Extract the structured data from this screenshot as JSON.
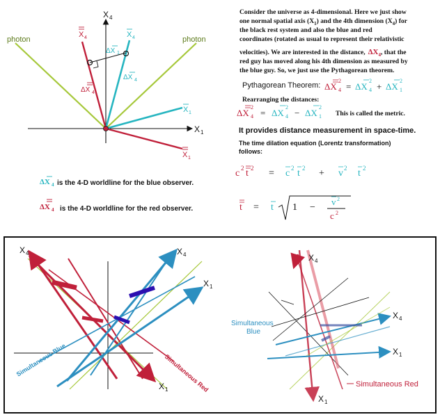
{
  "top_diagram": {
    "axis_x": "X",
    "axis_x_sub": "1",
    "axis_y": "X",
    "axis_y_sub": "4",
    "photon_left": "photon",
    "photon_right": "photon",
    "label_x4_bar": "X",
    "label_x4_bar_sub": "4",
    "label_x4_dbar": "X",
    "label_x4_dbar_sub": "4",
    "label_x1_bar": "X",
    "label_x1_bar_sub": "1",
    "label_x1_dbar": "X",
    "label_x1_dbar_sub": "1",
    "delta_x1": "ΔX",
    "delta_x1_sub": "1",
    "delta_x4_blue": "ΔX",
    "delta_x4_blue_sub": "4",
    "delta_x4_red": "ΔX",
    "delta_x4_red_sub": "4"
  },
  "legend": {
    "blue_symbol": "ΔX",
    "blue_sub": "4",
    "blue_text": "is the 4-D worldline for the blue observer.",
    "red_symbol": "ΔX",
    "red_sub": "4",
    "red_text": "is the 4-D worldline for the red observer."
  },
  "text_panel": {
    "p1_a": "Consider the universe as 4-dimensional. Here we just show",
    "p1_b": "one normal spatial axis (X",
    "p1_b_sub": "1",
    "p1_b2": ") and the 4th dimension (X",
    "p1_b2_sub": "4",
    "p1_b3": ") for",
    "p1_c": "the black rest system and also the blue and red",
    "p1_d": "coordinates (rotated as usual to represent their relativistic",
    "p1_e": "velocities). We are interested in the distance,",
    "p1_e_sym": "ΔX",
    "p1_e_sub": "4",
    "p1_e2": ", that the",
    "p1_f": "red   guy has moved along his 4th dimension as measured by",
    "p1_g": "the blue guy. So, we just use the Pythagorean theorem.",
    "pyth_label": "Pythagorean Theorem:",
    "rearr_label": "Rearranging the distances:",
    "metric_note": "This is called the metric.",
    "provides": "It provides distance measurement in space-time.",
    "dilation_a": "The time dilation equation (Lorentz  transformation)",
    "dilation_b": "follows:",
    "eq_c": "c",
    "eq_t": "t",
    "eq_v": "v",
    "eq_sq": "2",
    "eq_plus": "+",
    "eq_minus": "−",
    "eq_equals": "=",
    "eq_one": "1"
  },
  "bottom_left": {
    "x4": "X",
    "x4_sub": "4",
    "x4_blue": "X",
    "x4_blue_sub": "4",
    "x1_blue": "X",
    "x1_blue_sub": "1",
    "x1_red": "X",
    "x1_red_sub": "1",
    "sim_blue": "Simultaneous Blue",
    "sim_red": "Simultaneous Red"
  },
  "bottom_right": {
    "x4": "X",
    "x4_sub": "4",
    "x4_blue": "X",
    "x4_blue_sub": "4",
    "x1_blue": "X",
    "x1_blue_sub": "1",
    "x1_red": "X",
    "x1_red_sub": "1",
    "sim_blue_a": "Simultaneous",
    "sim_blue_b": "Blue",
    "sim_red": "Simultaneous Red"
  },
  "colors": {
    "red": "#c0203a",
    "blue": "#2c8fc0",
    "teal": "#26b5c0",
    "photon": "#a6c83a",
    "frame": "#111111"
  }
}
